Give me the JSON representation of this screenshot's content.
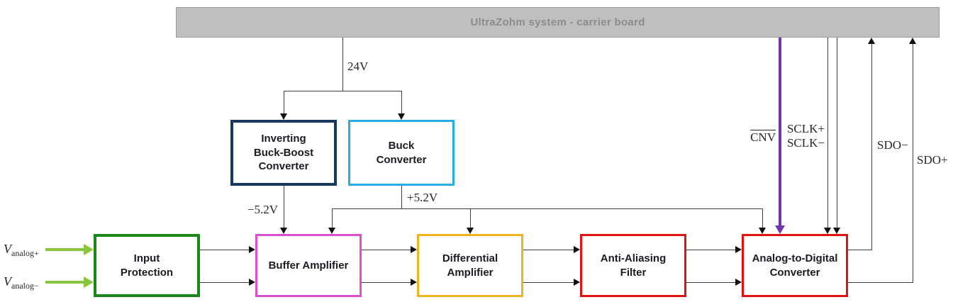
{
  "carrier_board": {
    "title": "UltraZohm system - carrier board"
  },
  "blocks": {
    "inverting_buck_boost": {
      "label": "Inverting\nBuck-Boost\nConverter",
      "border_color": "#16395e"
    },
    "buck_converter": {
      "label": "Buck\nConverter",
      "border_color": "#29ace2"
    },
    "input_protection": {
      "label": "Input\nProtection",
      "border_color": "#1b871b"
    },
    "buffer_amplifier": {
      "label": "Buffer Amplifier",
      "border_color": "#d94fd1"
    },
    "differential_amplifier": {
      "label": "Differential\nAmplifier",
      "border_color": "#ecb220"
    },
    "anti_aliasing_filter": {
      "label": "Anti-Aliasing\nFilter",
      "border_color": "#e31212"
    },
    "adc": {
      "label": "Analog-to-Digital\nConverter",
      "border_color": "#e31212"
    }
  },
  "power_labels": {
    "v24": "24V",
    "neg5v2": "−5.2V",
    "pos5v2": "+5.2V"
  },
  "signal_labels": {
    "cnv": "CNV",
    "sclk_plus": "SCLK+",
    "sclk_minus": "SCLK−",
    "sdo_minus": "SDO−",
    "sdo_plus": "SDO+"
  },
  "inputs": {
    "analog_plus": {
      "symbol": "V",
      "subscript": "analog+"
    },
    "analog_minus": {
      "symbol": "V",
      "subscript": "analog−"
    }
  },
  "colors": {
    "carrier_fill": "#bfbfbf",
    "carrier_text": "#8c8c8c",
    "wire": "#3d3d3d",
    "cnv_purple": "#7434ae",
    "input_green": "#8bc53f"
  }
}
